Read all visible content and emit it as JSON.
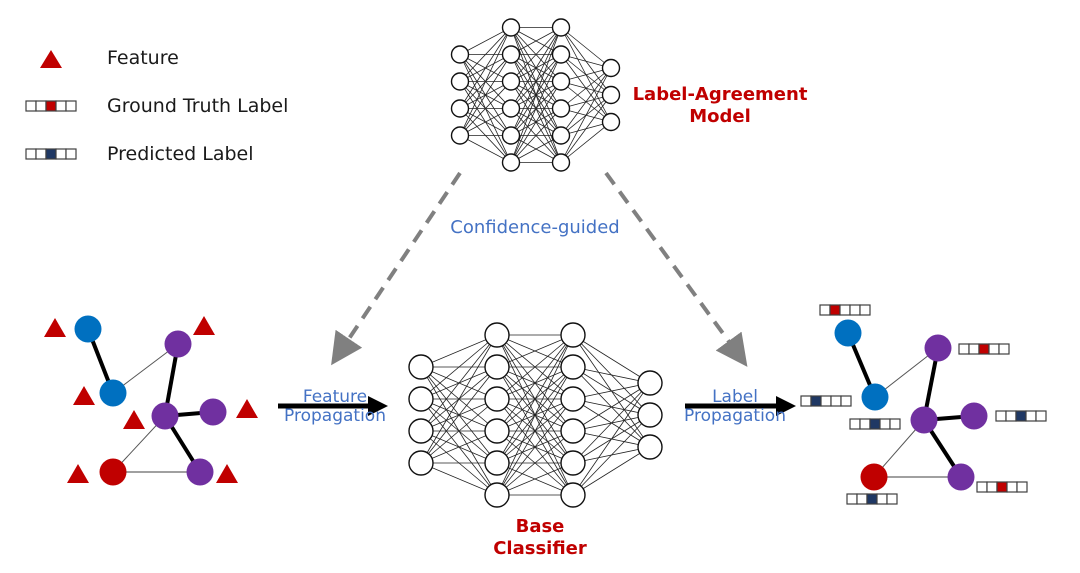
{
  "legend": {
    "items": [
      {
        "label": "Feature",
        "icon": "red-triangle-icon"
      },
      {
        "label": "Ground Truth Label",
        "icon": "label-vector-icon",
        "highlight_index": 2,
        "highlight_color": "#c00000"
      },
      {
        "label": "Predicted Label",
        "icon": "label-vector-icon",
        "highlight_index": 2,
        "highlight_color": "#1f3864"
      }
    ]
  },
  "colors": {
    "feature_red": "#c00000",
    "node_blue": "#0070c0",
    "node_purple": "#7030a0",
    "node_red": "#c00000",
    "predicted_navy": "#1f3864",
    "annotation_blue": "#4472c4",
    "dashed_gray": "#808080"
  },
  "models": {
    "label_agreement": {
      "line1": "Label-Agreement",
      "line2": "Model",
      "layers": [
        4,
        6,
        6,
        3
      ]
    },
    "base_classifier": {
      "line1": "Base",
      "line2": "Classifier",
      "layers": [
        4,
        6,
        6,
        3
      ]
    }
  },
  "annotations": {
    "confidence": "Confidence-guided",
    "feature_prop_line1": "Feature",
    "feature_prop_line2": "Propagation",
    "label_prop_line1": "Label",
    "label_prop_line2": "Propagation"
  },
  "input_graph": {
    "nodes": [
      {
        "id": "a",
        "color": "blue"
      },
      {
        "id": "b",
        "color": "blue"
      },
      {
        "id": "c",
        "color": "purple"
      },
      {
        "id": "d",
        "color": "purple"
      },
      {
        "id": "e",
        "color": "purple"
      },
      {
        "id": "f",
        "color": "red"
      },
      {
        "id": "g",
        "color": "purple"
      }
    ],
    "edges": [
      {
        "from": "a",
        "to": "b",
        "weight": "thick"
      },
      {
        "from": "b",
        "to": "c",
        "weight": "thin"
      },
      {
        "from": "c",
        "to": "d",
        "weight": "thick"
      },
      {
        "from": "d",
        "to": "e",
        "weight": "thick"
      },
      {
        "from": "d",
        "to": "f",
        "weight": "thin"
      },
      {
        "from": "d",
        "to": "g",
        "weight": "thick"
      },
      {
        "from": "f",
        "to": "g",
        "weight": "thin-gray"
      }
    ]
  },
  "output_graph": {
    "labels": [
      {
        "node": "a",
        "type": "ground_truth",
        "highlight_index": 1
      },
      {
        "node": "b",
        "type": "predicted",
        "highlight_index": 1
      },
      {
        "node": "c",
        "type": "ground_truth",
        "highlight_index": 2
      },
      {
        "node": "d",
        "type": "predicted",
        "highlight_index": 2
      },
      {
        "node": "e",
        "type": "predicted",
        "highlight_index": 2
      },
      {
        "node": "f",
        "type": "predicted",
        "highlight_index": 2
      },
      {
        "node": "g",
        "type": "ground_truth",
        "highlight_index": 2
      }
    ]
  }
}
